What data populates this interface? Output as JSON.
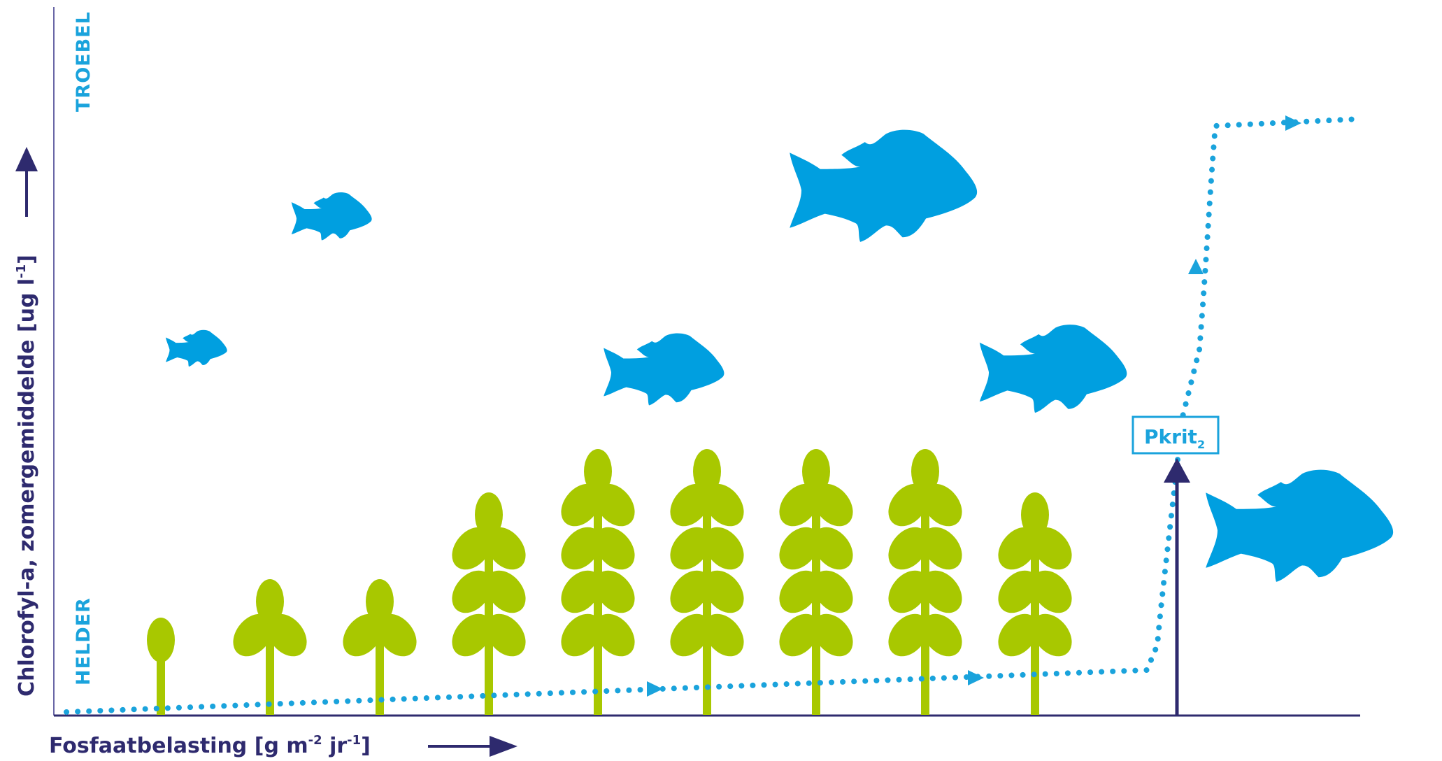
{
  "labels": {
    "y_axis": "Chlorofyl-a, zomergemiddelde [ug l",
    "y_axis_sup": "-1",
    "y_axis_end": "]",
    "x_axis_main": "Fosfaatbelasting [g m",
    "x_axis_sup1": "-2",
    "x_axis_mid": " jr",
    "x_axis_sup2": "-1",
    "x_axis_end": "]",
    "zone_top": "TROEBEL",
    "zone_bottom": "HELDER",
    "threshold": "Pkrit",
    "threshold_sub": "2"
  },
  "colors": {
    "axis": "#2e2a6e",
    "fish": "#009fe0",
    "plant": "#a8c800",
    "path": "#1aa3dc"
  },
  "plants": [
    {
      "leaf_pairs": 0
    },
    {
      "leaf_pairs": 1
    },
    {
      "leaf_pairs": 1
    },
    {
      "leaf_pairs": 3
    },
    {
      "leaf_pairs": 4
    },
    {
      "leaf_pairs": 4
    },
    {
      "leaf_pairs": 4
    },
    {
      "leaf_pairs": 4
    },
    {
      "leaf_pairs": 3
    }
  ],
  "fish": [
    {
      "name": "fish-tiny"
    },
    {
      "name": "fish-small"
    },
    {
      "name": "fish-large-top"
    },
    {
      "name": "fish-medium-center"
    },
    {
      "name": "fish-medium-right"
    },
    {
      "name": "fish-large-bottom-right"
    }
  ]
}
